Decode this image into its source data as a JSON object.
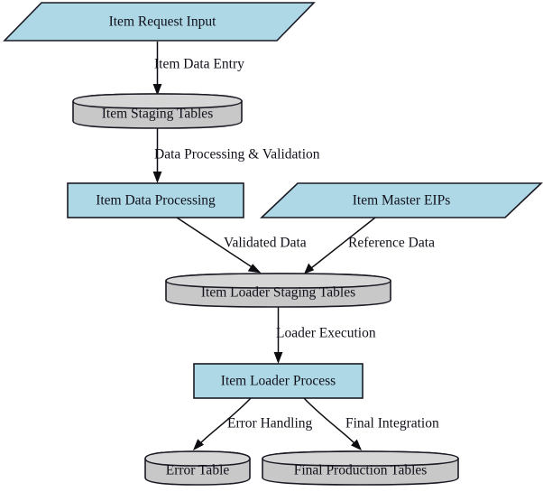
{
  "diagram": {
    "title": "Item Data Pipeline Flowchart",
    "type": "flowchart",
    "background_color": "#ffffff",
    "palette": {
      "process_fill": "#aed8e6",
      "datastore_fill": "#c8c8c8",
      "datastore_top_fill": "#d6d6d6",
      "stroke": "#1a1a24",
      "text": "#10101a"
    },
    "nodes": [
      {
        "id": "item_request_input",
        "label": "Item Request Input",
        "shape": "parallelogram",
        "fill": "#aed8e6",
        "role": "input"
      },
      {
        "id": "item_staging_tables",
        "label": "Item Staging Tables",
        "shape": "cylinder",
        "fill": "#c8c8c8",
        "role": "datastore"
      },
      {
        "id": "item_data_processing",
        "label": "Item Data Processing",
        "shape": "rectangle",
        "fill": "#aed8e6",
        "role": "process"
      },
      {
        "id": "item_master_eips",
        "label": "Item Master EIPs",
        "shape": "parallelogram",
        "fill": "#aed8e6",
        "role": "input"
      },
      {
        "id": "item_loader_staging_tables",
        "label": "Item Loader Staging Tables",
        "shape": "cylinder",
        "fill": "#c8c8c8",
        "role": "datastore"
      },
      {
        "id": "item_loader_process",
        "label": "Item Loader Process",
        "shape": "rectangle",
        "fill": "#aed8e6",
        "role": "process"
      },
      {
        "id": "error_table",
        "label": "Error Table",
        "shape": "cylinder",
        "fill": "#c8c8c8",
        "role": "datastore"
      },
      {
        "id": "final_production_tables",
        "label": "Final Production Tables",
        "shape": "cylinder",
        "fill": "#c8c8c8",
        "role": "datastore"
      }
    ],
    "edges": [
      {
        "id": "edge_item_data_entry",
        "from": "item_request_input",
        "to": "item_staging_tables",
        "label": "Item Data Entry",
        "style": "straight"
      },
      {
        "id": "edge_data_processing_validation",
        "from": "item_staging_tables",
        "to": "item_data_processing",
        "label": "Data Processing & Validation",
        "style": "straight"
      },
      {
        "id": "edge_validated_data",
        "from": "item_data_processing",
        "to": "item_loader_staging_tables",
        "label": "Validated Data",
        "style": "diagonal"
      },
      {
        "id": "edge_reference_data",
        "from": "item_master_eips",
        "to": "item_loader_staging_tables",
        "label": "Reference Data",
        "style": "diagonal"
      },
      {
        "id": "edge_loader_execution",
        "from": "item_loader_staging_tables",
        "to": "item_loader_process",
        "label": "Loader Execution",
        "style": "straight"
      },
      {
        "id": "edge_error_handling",
        "from": "item_loader_process",
        "to": "error_table",
        "label": "Error Handling",
        "style": "curved"
      },
      {
        "id": "edge_final_integration",
        "from": "item_loader_process",
        "to": "final_production_tables",
        "label": "Final Integration",
        "style": "curved"
      }
    ]
  }
}
